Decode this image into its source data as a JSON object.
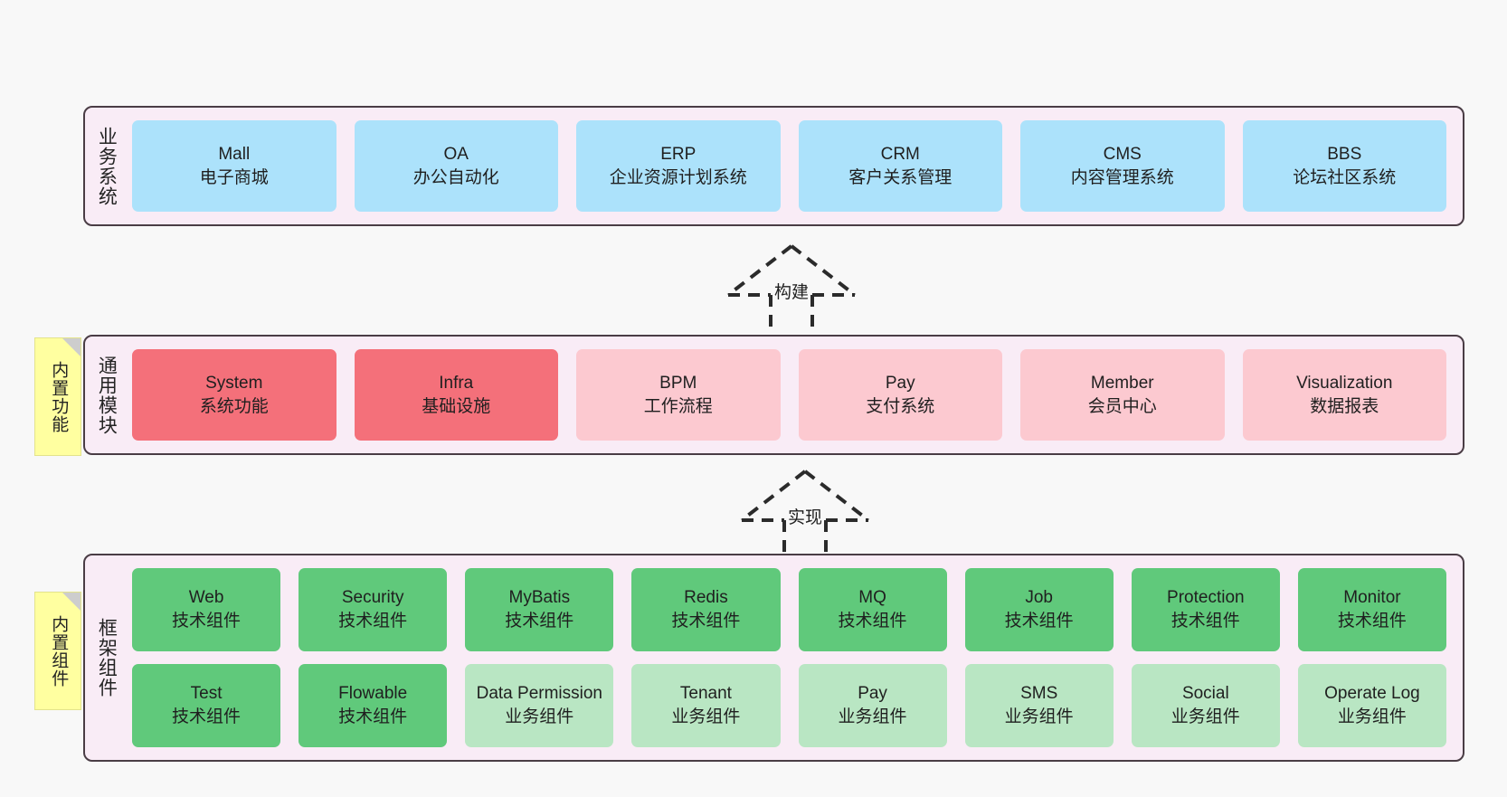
{
  "diagram": {
    "background": "#f8f8f8",
    "panel_bg": "#f9ecf6",
    "panel_border": "#4a3d45",
    "note_bg": "#ffffa0",
    "note_fold": "#cdcdcd",
    "colors": {
      "blue": "#ace2fb",
      "red": "#f4707a",
      "pink": "#fcc9d0",
      "green": "#60c97b",
      "light_green": "#b9e6c3"
    }
  },
  "layers": {
    "business": {
      "title": "业务系统",
      "cards": [
        {
          "en": "Mall",
          "cn": "电子商城",
          "color": "c-blue"
        },
        {
          "en": "OA",
          "cn": "办公自动化",
          "color": "c-blue"
        },
        {
          "en": "ERP",
          "cn": "企业资源计划系统",
          "color": "c-blue"
        },
        {
          "en": "CRM",
          "cn": "客户关系管理",
          "color": "c-blue"
        },
        {
          "en": "CMS",
          "cn": "内容管理系统",
          "color": "c-blue"
        },
        {
          "en": "BBS",
          "cn": "论坛社区系统",
          "color": "c-blue"
        }
      ]
    },
    "common": {
      "title": "通用模块",
      "note": "内置功能",
      "cards": [
        {
          "en": "System",
          "cn": "系统功能",
          "color": "c-red"
        },
        {
          "en": "Infra",
          "cn": "基础设施",
          "color": "c-red"
        },
        {
          "en": "BPM",
          "cn": "工作流程",
          "color": "c-pink"
        },
        {
          "en": "Pay",
          "cn": "支付系统",
          "color": "c-pink"
        },
        {
          "en": "Member",
          "cn": "会员中心",
          "color": "c-pink"
        },
        {
          "en": "Visualization",
          "cn": "数据报表",
          "color": "c-pink"
        }
      ]
    },
    "framework": {
      "title": "框架组件",
      "note": "内置组件",
      "row1": [
        {
          "en": "Web",
          "cn": "技术组件",
          "color": "c-green"
        },
        {
          "en": "Security",
          "cn": "技术组件",
          "color": "c-green"
        },
        {
          "en": "MyBatis",
          "cn": "技术组件",
          "color": "c-green"
        },
        {
          "en": "Redis",
          "cn": "技术组件",
          "color": "c-green"
        },
        {
          "en": "MQ",
          "cn": "技术组件",
          "color": "c-green"
        },
        {
          "en": "Job",
          "cn": "技术组件",
          "color": "c-green"
        },
        {
          "en": "Protection",
          "cn": "技术组件",
          "color": "c-green"
        },
        {
          "en": "Monitor",
          "cn": "技术组件",
          "color": "c-green"
        }
      ],
      "row2": [
        {
          "en": "Test",
          "cn": "技术组件",
          "color": "c-green"
        },
        {
          "en": "Flowable",
          "cn": "技术组件",
          "color": "c-green"
        },
        {
          "en": "Data Permission",
          "cn": "业务组件",
          "color": "c-lightgreen"
        },
        {
          "en": "Tenant",
          "cn": "业务组件",
          "color": "c-lightgreen"
        },
        {
          "en": "Pay",
          "cn": "业务组件",
          "color": "c-lightgreen"
        },
        {
          "en": "SMS",
          "cn": "业务组件",
          "color": "c-lightgreen"
        },
        {
          "en": "Social",
          "cn": "业务组件",
          "color": "c-lightgreen"
        },
        {
          "en": "Operate Log",
          "cn": "业务组件",
          "color": "c-lightgreen"
        }
      ]
    }
  },
  "arrows": [
    {
      "label": "构建"
    },
    {
      "label": "实现"
    }
  ]
}
